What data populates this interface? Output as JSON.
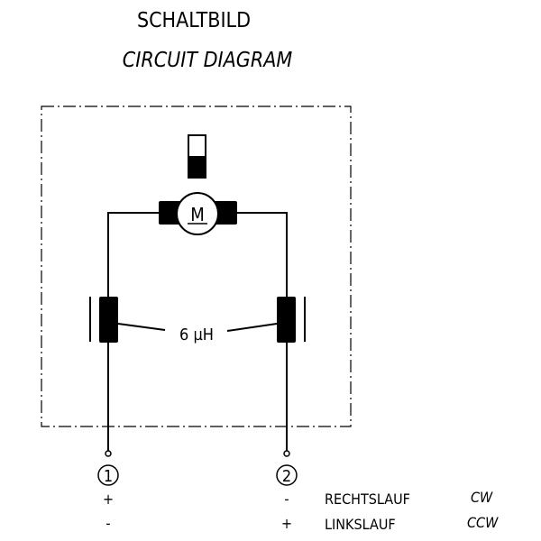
{
  "title": {
    "de": "SCHALTBILD",
    "en": "CIRCUIT DIAGRAM"
  },
  "motor": {
    "label": "M"
  },
  "inductor": {
    "label": "6 µH"
  },
  "terminals": [
    {
      "number": "1",
      "cw_sign": "+",
      "ccw_sign": "-"
    },
    {
      "number": "2",
      "cw_sign": "-",
      "ccw_sign": "+"
    }
  ],
  "legend": [
    {
      "de": "RECHTSLAUF",
      "en": "CW"
    },
    {
      "de": "LINKSLAUF",
      "en": "CCW"
    }
  ]
}
